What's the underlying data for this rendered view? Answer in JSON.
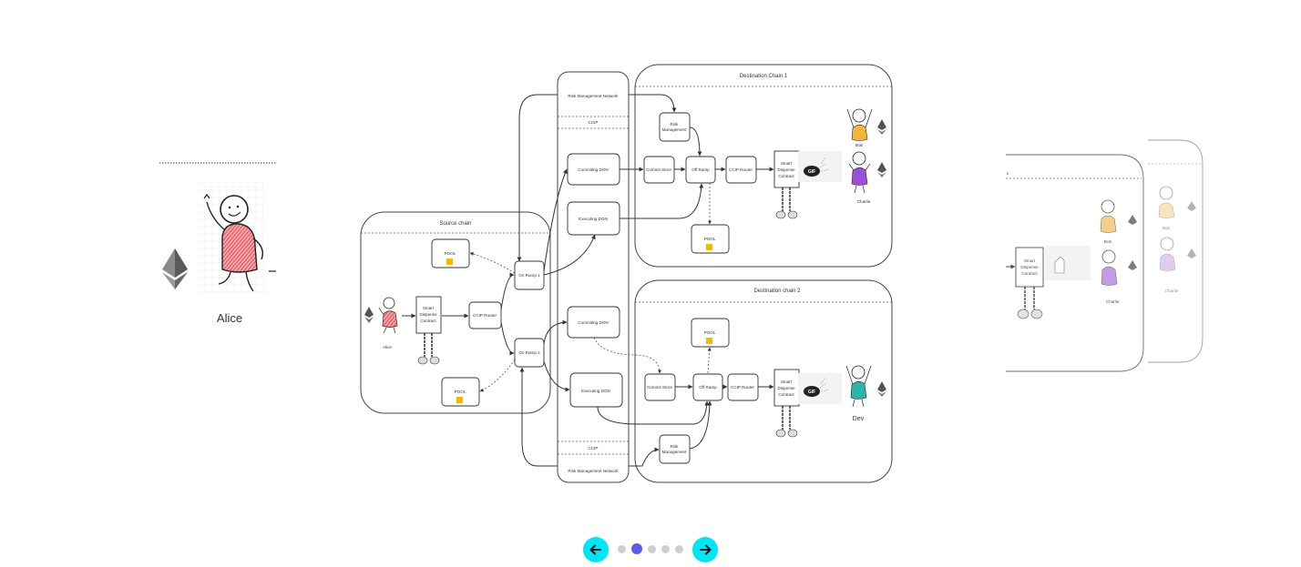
{
  "slides": {
    "left": {
      "name": "Alice"
    },
    "main": {
      "source_title": "Source chain",
      "alice": "Alice",
      "smart_contract": [
        "Smart",
        "Dispense",
        "Contract"
      ],
      "ccip_router": "CCIP Router",
      "on_ramp_1": "On Ramp 1",
      "on_ramp_2": "On Ramp 2",
      "pool": "POOL",
      "rmn": "Risk Management Network",
      "ccip": "CCIP",
      "committing_don": "Commiting DON",
      "executing_don": "Executing DON",
      "dest1_title": "Destination Chain 1",
      "dest2_title": "Destination chain 2",
      "risk_mgmt": [
        "Risk",
        "Management"
      ],
      "commit_store": "Commit Store",
      "off_ramp": "Off Ramp",
      "gif": "GIF",
      "bob": "Bob",
      "charlie": "Charlie",
      "dev": "Dev"
    },
    "right": {
      "title_fragment": "n",
      "smart_contract": [
        "Smart",
        "Dispense",
        "Contract"
      ],
      "bob": "Bob",
      "charlie": "Charlie"
    }
  },
  "carousel": {
    "count": 5,
    "active": 1
  },
  "colors": {
    "accent": "#00e5f5",
    "active_dot": "#5a5ee8",
    "inactive_dot": "#cfcfcf",
    "alice_shirt": "#e0303a",
    "bob_shirt": "#f2b63a",
    "charlie_shirt": "#9b4fd6",
    "dev_shirt": "#2bb5a6"
  },
  "icons": {
    "prev": "arrow-left-icon",
    "next": "arrow-right-icon",
    "coin": "ethereum-icon",
    "lock": "lock-icon"
  }
}
